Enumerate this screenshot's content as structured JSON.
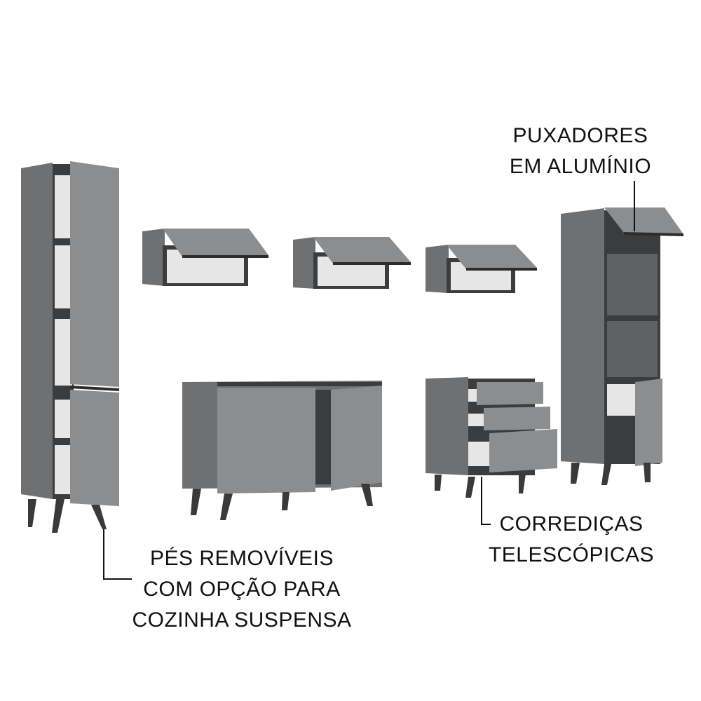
{
  "callouts": {
    "handles": {
      "line1": "PUXADORES",
      "line2": "EM ALUMÍNIO"
    },
    "feet": {
      "line1": "PÉS REMOVÍVEIS",
      "line2": "COM OPÇÃO PARA",
      "line3": "COZINHA SUSPENSA"
    },
    "slides": {
      "line1": "CORREDIÇAS",
      "line2": "TELESCÓPICAS"
    }
  },
  "colors": {
    "body": "#6e7072",
    "door": "#8b8d8f",
    "dark": "#3b3c3d",
    "interior": "#e6e6e6",
    "leg": "#3a3a3a"
  }
}
